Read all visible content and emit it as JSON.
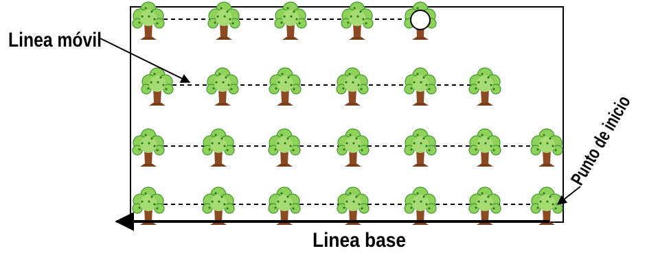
{
  "labels": {
    "moving_line": "Linea móvil",
    "base_line": "Linea base",
    "start_point": "Punto de inicio"
  },
  "rows": [
    {
      "tree_count": 5,
      "has_marker": true
    },
    {
      "tree_count": 6,
      "has_marker": false
    },
    {
      "tree_count": 7,
      "has_marker": false
    },
    {
      "tree_count": 7,
      "has_marker": false
    }
  ],
  "colors": {
    "foliage": "#8fd15a",
    "foliage_dark": "#3f9a2c",
    "trunk": "#8b4a22",
    "line": "#000000"
  }
}
